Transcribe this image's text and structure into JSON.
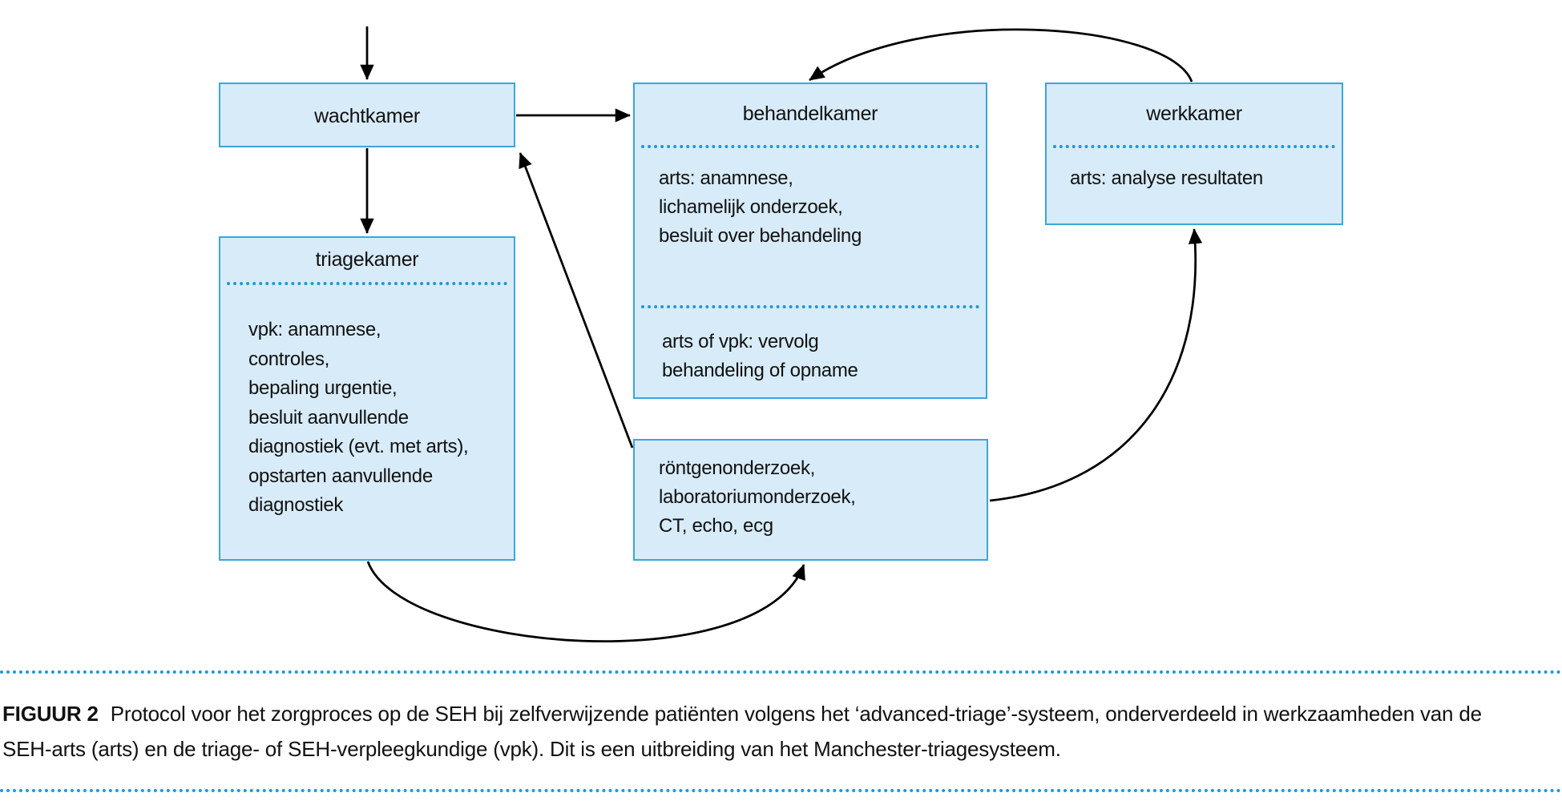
{
  "diagram": {
    "nodes": {
      "wachtkamer": {
        "title": "wachtkamer"
      },
      "triagekamer": {
        "title": "triagekamer",
        "lines": [
          "vpk: anamnese,",
          "controles,",
          "bepaling urgentie,",
          "besluit aanvullende",
          "diagnostiek (evt. met arts),",
          "opstarten aanvullende",
          "diagnostiek"
        ]
      },
      "behandelkamer": {
        "title": "behandelkamer",
        "section1": [
          "arts: anamnese,",
          "lichamelijk onderzoek,",
          "besluit over behandeling"
        ],
        "section2": [
          "arts of vpk: vervolg",
          "behandeling of opname"
        ]
      },
      "onderzoek": {
        "lines": [
          "röntgenonderzoek,",
          "laboratoriumonderzoek,",
          "CT, echo, ecg"
        ]
      },
      "werkkamer": {
        "title": "werkkamer",
        "body": "arts: analyse resultaten"
      }
    },
    "arrows": [
      "entry → wachtkamer",
      "wachtkamer → triagekamer",
      "wachtkamer → behandelkamer",
      "onderzoek → wachtkamer",
      "triagekamer → onderzoek",
      "onderzoek → werkkamer",
      "werkkamer → behandelkamer"
    ]
  },
  "caption": {
    "label": "FIGUUR 2",
    "line1": "Protocol voor het zorgproces op de SEH bij zelfverwijzende patiënten volgens het ‘advanced-triage’-systeem, onderverdeeld in werkzaamheden van de",
    "line2": "SEH-arts (arts) en de triage- of SEH-verpleegkundige (vpk). Dit is een uitbreiding van het Manchester-triagesysteem."
  },
  "colors": {
    "box_fill": "#d7ebf8",
    "box_border": "#3ba6dc",
    "dotted_line": "#1f98d5",
    "arrow": "#000000",
    "text": "#111111"
  }
}
